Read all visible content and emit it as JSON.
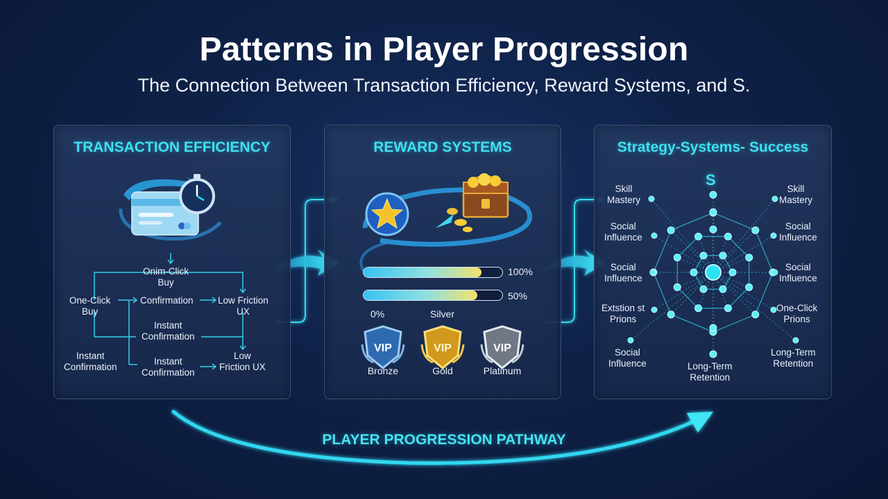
{
  "header": {
    "title": "Patterns in Player Progression",
    "subtitle": "The Connection Between Transaction Efficiency, Reward Systems, and S."
  },
  "panels": [
    {
      "heading": "TRANSACTION EFFICIENCY",
      "icons": [
        "credit-card-icon",
        "stopwatch-icon"
      ],
      "labels": {
        "top_center": "Onim-Click\nBuy",
        "left_one_click": "One-Click\nBuy",
        "confirmation": "Confirmation",
        "low_friction_top": "Low Friction\nUX",
        "instant_mid": "Instant\nConfirmation",
        "instant_left": "Instant\nConfirmation",
        "instant_bottom": "Instant\nConfirmation",
        "low_friction_bottom": "Low\nFriction UX"
      }
    },
    {
      "heading": "REWARD SYSTEMS",
      "icons": [
        "star-icon",
        "treasure-chest-icon"
      ],
      "bars": [
        {
          "fill": 0.85,
          "label": "100%"
        },
        {
          "fill": 0.82,
          "label": "50%"
        }
      ],
      "bar_labels": {
        "left": "0%",
        "middle": "Silver"
      },
      "badges": [
        {
          "text": "VIP",
          "name": "Bronze",
          "color": "#4f86c6"
        },
        {
          "text": "VIP",
          "name": "Gold",
          "color": "#e8b32c"
        },
        {
          "text": "VIP",
          "name": "Platinum",
          "color": "#9aa3ad"
        }
      ]
    },
    {
      "heading": "Strategy-Systems- Success",
      "center_letter": "S",
      "labels": {
        "l1": "Skill\nMastery",
        "l2": "Social\nInfluence",
        "l3": "Social\nInfluence",
        "l4": "Extstion st\nPrions",
        "l5": "Social\nInfluence",
        "r1": "Skill\nMastery",
        "r2": "Social\nInfluence",
        "r3": "Social\nInfluence",
        "r4": "One-Click\nPrions",
        "r5": "Long-Term\nRetention",
        "bottom": "Long-Term\nRetention"
      }
    }
  ],
  "footer": {
    "pathway_label": "PLAYER PROGRESSION PATHWAY"
  },
  "colors": {
    "accent_cyan": "#3fe0f0",
    "background": "#0e2147",
    "panel": "#1f3564"
  }
}
